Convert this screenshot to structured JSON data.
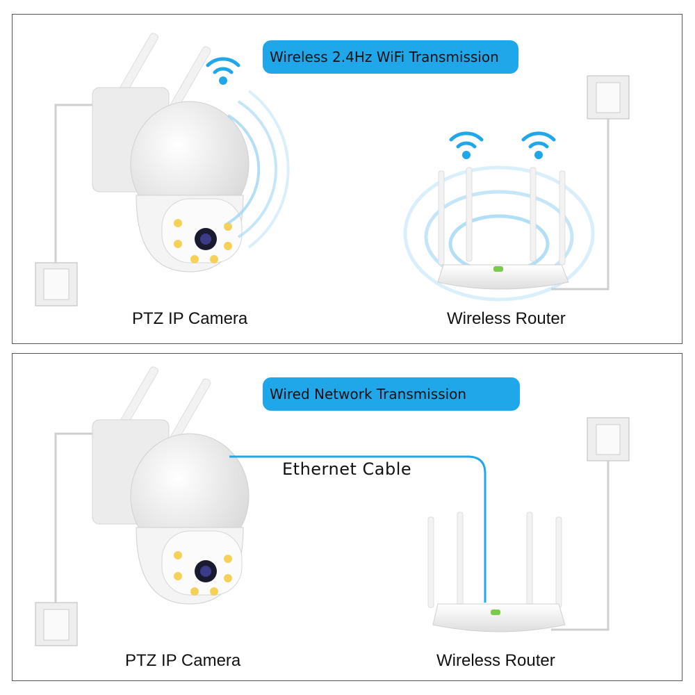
{
  "panels": [
    {
      "title": "Wireless 2.4Hz WiFi Transmission",
      "camera_label": "PTZ IP Camera",
      "router_label": "Wireless Router",
      "mode": "wireless"
    },
    {
      "title": "Wired Network Transmission",
      "camera_label": "PTZ IP Camera",
      "router_label": "Wireless Router",
      "cable_label": "Ethernet Cable",
      "mode": "wired"
    }
  ],
  "colors": {
    "accent": "#1fa7ea",
    "border": "#555555",
    "wave": "#9fd6f4"
  },
  "icons": [
    "wifi-icon",
    "power-outlet-icon",
    "camera-icon",
    "router-icon"
  ]
}
